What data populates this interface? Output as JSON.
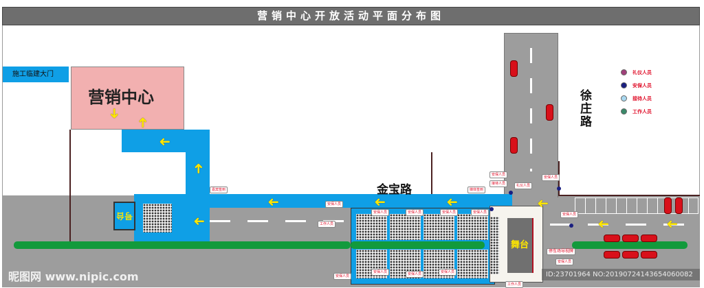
{
  "title": "营销中心开放活动平面分布图",
  "buildings": {
    "sales_center": "营销中心",
    "gate": "施工临建大门",
    "stage": "舞台",
    "sign_board": "号台"
  },
  "roads": {
    "jinbao": "金宝路",
    "xuzhuang": "徐庄路"
  },
  "legend": [
    {
      "label": "礼仪人员",
      "color": "#a0407a"
    },
    {
      "label": "安保人员",
      "color": "#1a1f80"
    },
    {
      "label": "接待人员",
      "color": "#a8d8f0"
    },
    {
      "label": "工作人员",
      "color": "#3a8a6a"
    }
  ],
  "tags": {
    "security": "安保人员",
    "staff": "工作人员",
    "etiquette": "礼仪人员",
    "reception": "接待人员",
    "checkin": "嘉宾签到",
    "media": "媒体签到",
    "parking_sign": "停车场导视牌"
  },
  "colors": {
    "walkway": "#0f9fe6",
    "road": "#9d9d9d",
    "median": "#129a3c",
    "sales_center": "#f2b0b0",
    "car": "#d8101a"
  },
  "watermark": {
    "site": "昵图网 www.nipic.com",
    "id": "ID:23701964 NO:20190724143654060082"
  }
}
